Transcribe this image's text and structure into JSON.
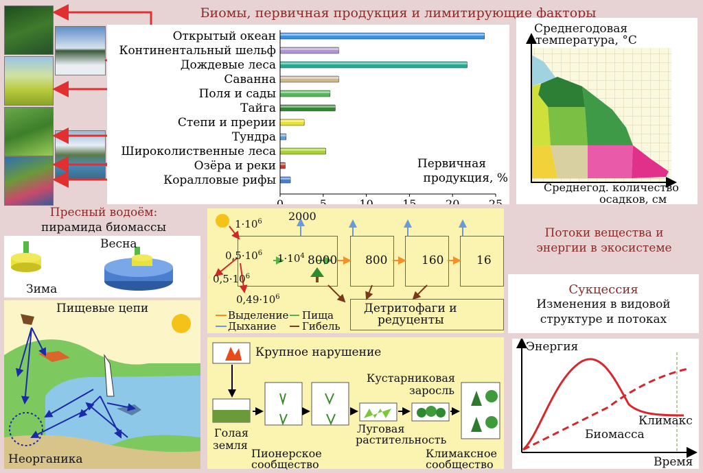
{
  "title": "Биомы, первичная продукция и лимитирующие факторы",
  "production_chart": {
    "type": "bar",
    "categories": [
      "Открытый океан",
      "Континентальный шельф",
      "Дождевые леса",
      "Саванна",
      "Поля и сады",
      "Тайга",
      "Степи и прерии",
      "Тундра",
      "Широколиственные леса",
      "Озёра и реки",
      "Коралловые рифы"
    ],
    "values": [
      23.7,
      6.8,
      21.7,
      6.8,
      5.8,
      6.4,
      2.8,
      0.7,
      5.3,
      0.6,
      1.2
    ],
    "colors": [
      "#3b8fdc",
      "#b093d0",
      "#2aa88f",
      "#cdb88a",
      "#58b45a",
      "#2f8a2f",
      "#e7e03a",
      "#5aa0d8",
      "#a8cf3a",
      "#cc3a2a",
      "#4a7fc8"
    ],
    "xticks": [
      "0",
      "5",
      "10",
      "15",
      "20",
      "25"
    ],
    "xlim": [
      0,
      25
    ],
    "xlabel_line1": "Первичная",
    "xlabel_line2": "продукция, %"
  },
  "climate_chart": {
    "ylabel_line1": "Среднегодовая",
    "ylabel_line2": "температура, °C",
    "xlabel_line1": "Среднегод. количество",
    "xlabel_line2": "осадков, см"
  },
  "freshwater": {
    "header_line1": "Пресный водоём:",
    "header_line2": "пирамида биомассы",
    "winter": "Зима",
    "spring": "Весна"
  },
  "food_chains": {
    "label": "Пищевые цепи",
    "inorganic": "Неорганика"
  },
  "energy_flow": {
    "sun_in": "1·10",
    "sun_exp": "6",
    "reflected": "0,5·10",
    "reflected_exp": "6",
    "lost": "0,5·10",
    "lost_exp": "6",
    "absorbed": "0,49·10",
    "absorbed_exp": "6",
    "gross": "1·10",
    "gross_exp": "4",
    "top_out": "2000",
    "levels": [
      "8000",
      "800",
      "160",
      "16"
    ],
    "detritivores_line1": "Детритофаги и",
    "detritivores_line2": "редуценты",
    "legend": {
      "excretion": "Выделение",
      "food": "Пища",
      "respiration": "Дыхание",
      "death": "Гибель"
    }
  },
  "flows": {
    "line1": "Потоки вещества и",
    "line2": "энергии в экосистеме"
  },
  "succession": {
    "header": "Сукцессия",
    "sub_line1": "Изменения в видовой",
    "sub_line2": "структуре и потоках",
    "ylabel": "Энергия",
    "xlabel": "Время",
    "climax": "Климакс",
    "biomass": "Биомасса",
    "curve_color": "#d8272c"
  },
  "succession_stages": {
    "disturbance": "Крупное нарушение",
    "bare_line1": "Голая",
    "bare_line2": "земля",
    "pioneer_line1": "Пионерское",
    "pioneer_line2": "сообщество",
    "meadow_line1": "Луговая",
    "meadow_line2": "растительность",
    "shrub_line1": "Кустарниковая",
    "shrub_line2": "заросль",
    "climax_line1": "Климаксное",
    "climax_line2": "сообщество"
  }
}
